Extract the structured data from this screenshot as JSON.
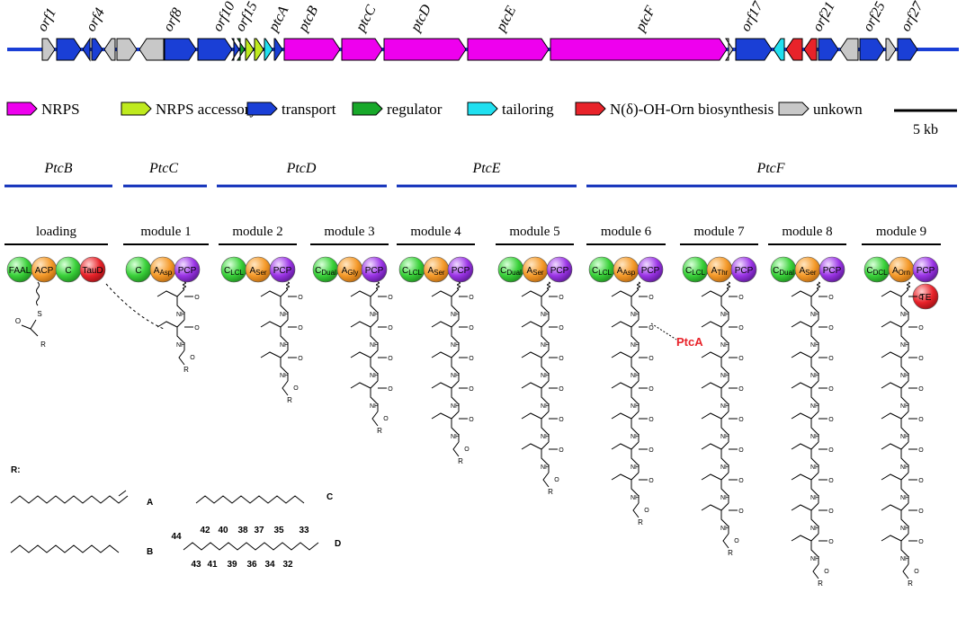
{
  "gene_cluster": {
    "orf_labels": [
      "orf1",
      "orf4",
      "orf8",
      "orf10",
      "orf15",
      "ptcA",
      "ptcB",
      "ptcC",
      "ptcD",
      "ptcE",
      "ptcF",
      "orf17",
      "orf21",
      "orf25",
      "orf27"
    ]
  },
  "legend": {
    "items": [
      {
        "label": "NRPS",
        "color": "#ee00ee"
      },
      {
        "label": "NRPS accessory",
        "color": "#bfea1e"
      },
      {
        "label": "transport",
        "color": "#1a3fd6"
      },
      {
        "label": "regulator",
        "color": "#18a82a"
      },
      {
        "label": "tailoring",
        "color": "#20e0f0"
      },
      {
        "label": "N(δ)-OH-Orn biosynthesis",
        "color": "#e8232a"
      },
      {
        "label": "unkown",
        "color": "#c8c8c8"
      }
    ],
    "scale_label": "5 kb"
  },
  "proteins": [
    "PtcB",
    "PtcC",
    "PtcD",
    "PtcE",
    "PtcF"
  ],
  "modules": [
    {
      "label": "loading",
      "domains": [
        "FAAL",
        "ACP",
        "C",
        "TauD"
      ]
    },
    {
      "label": "module 1",
      "domains": [
        "C",
        "AAsp",
        "PCP"
      ]
    },
    {
      "label": "module 2",
      "domains": [
        "CLCL",
        "ASer",
        "PCP"
      ]
    },
    {
      "label": "module 3",
      "domains": [
        "CDual",
        "AGly",
        "PCP"
      ]
    },
    {
      "label": "module 4",
      "domains": [
        "CLCL",
        "ASer",
        "PCP"
      ]
    },
    {
      "label": "module 5",
      "domains": [
        "CDual",
        "ASer",
        "PCP"
      ]
    },
    {
      "label": "module 6",
      "domains": [
        "CLCL",
        "AAsp",
        "PCP"
      ]
    },
    {
      "label": "module 7",
      "domains": [
        "CLCL",
        "AThr",
        "PCP"
      ]
    },
    {
      "label": "module 8",
      "domains": [
        "CDual",
        "ASer",
        "PCP"
      ]
    },
    {
      "label": "module 9",
      "domains": [
        "CDCL",
        "AOrn",
        "PCP",
        "TE"
      ]
    }
  ],
  "annotations": {
    "ptca": "PtcA",
    "r_label": "R:",
    "r_groups": [
      "A",
      "B",
      "C",
      "D"
    ],
    "carbon_numbers": [
      "44",
      "42",
      "40",
      "38",
      "37",
      "35",
      "33",
      "43",
      "41",
      "39",
      "36",
      "34",
      "32"
    ]
  },
  "colors": {
    "line_blue": "#0b2bb8",
    "c_domain": "#3ad13a",
    "a_domain": "#f59a2a",
    "pcp_domain": "#9b34e6",
    "te_domain": "#e8232a"
  }
}
